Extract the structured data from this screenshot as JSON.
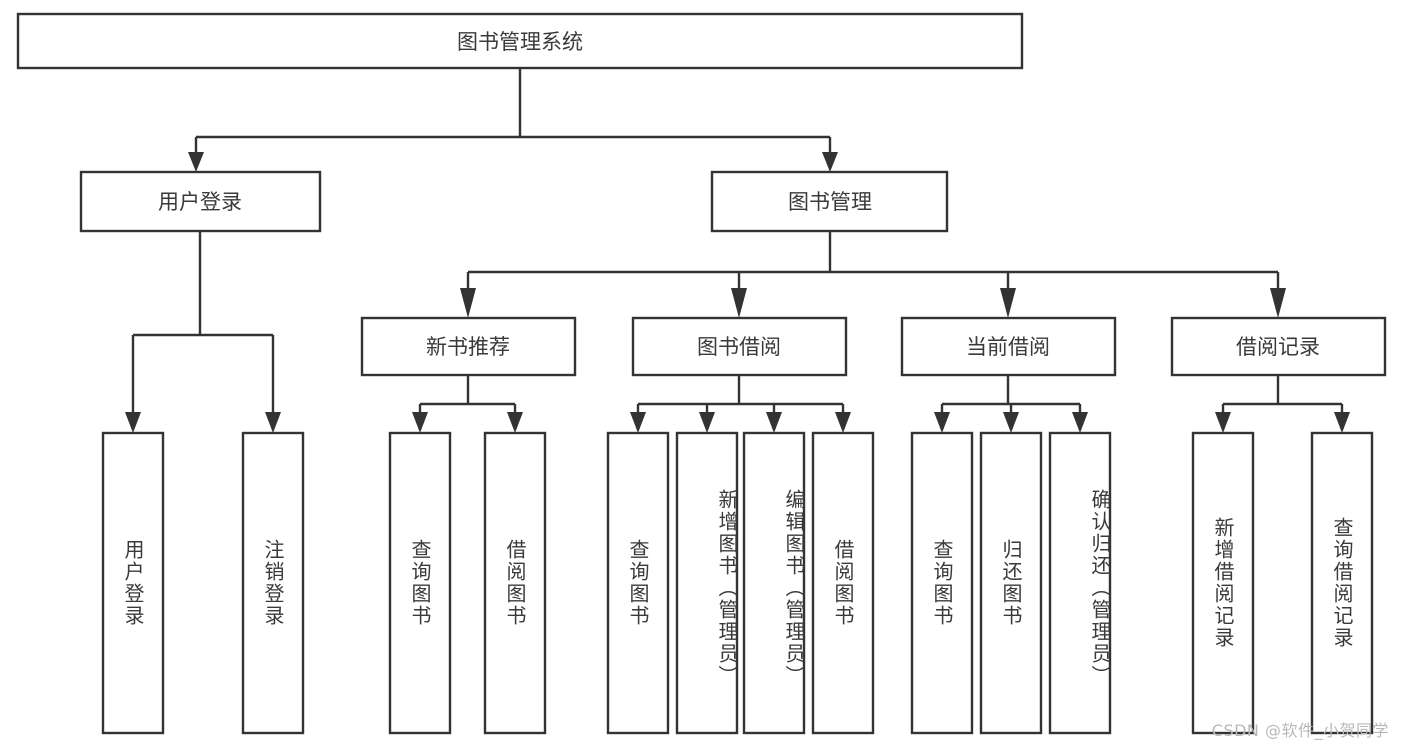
{
  "diagram": {
    "type": "tree-hierarchy",
    "title": "图书管理系统",
    "orientation": "top-down",
    "style": {
      "box_fill": "#ffffff",
      "box_stroke": "#333333",
      "connector_color": "#333333",
      "text_color": "#3a3a3a",
      "background": "#ffffff"
    },
    "root": {
      "label": "图书管理系统",
      "level": 0
    },
    "level1": [
      {
        "label": "用户登录"
      },
      {
        "label": "图书管理"
      }
    ],
    "level2": [
      {
        "label": "新书推荐",
        "parent": "图书管理"
      },
      {
        "label": "图书借阅",
        "parent": "图书管理"
      },
      {
        "label": "当前借阅",
        "parent": "图书管理"
      },
      {
        "label": "借阅记录",
        "parent": "图书管理"
      }
    ],
    "leaves": {
      "用户登录": [
        {
          "label": "用户登录"
        },
        {
          "label": "注销登录"
        }
      ],
      "新书推荐": [
        {
          "label": "查询图书"
        },
        {
          "label": "借阅图书"
        }
      ],
      "图书借阅": [
        {
          "label": "查询图书"
        },
        {
          "label": "新增图书（管理员）"
        },
        {
          "label": "编辑图书（管理员）"
        },
        {
          "label": "借阅图书"
        }
      ],
      "当前借阅": [
        {
          "label": "查询图书"
        },
        {
          "label": "归还图书"
        },
        {
          "label": "确认归还（管理员）"
        }
      ],
      "借阅记录": [
        {
          "label": "新增借阅记录"
        },
        {
          "label": "查询借阅记录"
        }
      ]
    }
  },
  "watermark": {
    "text": "CSDN @软件_小贺同学"
  }
}
